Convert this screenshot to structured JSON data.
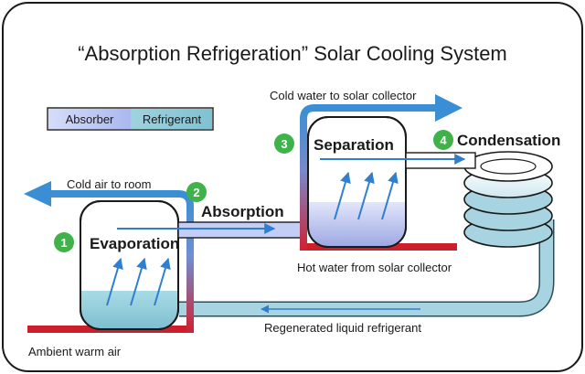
{
  "title": "“Absorption Refrigeration” Solar Cooling System",
  "legend": {
    "absorber_label": "Absorber",
    "refrigerant_label": "Refrigerant"
  },
  "flows": {
    "cold_water": "Cold water to solar collector",
    "cold_air": "Cold air to room",
    "hot_water": "Hot water from solar collector",
    "regenerated": "Regenerated liquid refrigerant",
    "ambient": "Ambient warm air"
  },
  "stages": [
    {
      "number": "1",
      "name": "Evaporation"
    },
    {
      "number": "2",
      "name": "Absorption"
    },
    {
      "number": "3",
      "name": "Separation"
    },
    {
      "number": "4",
      "name": "Condensation"
    }
  ],
  "colors": {
    "pipe_blue": "#3a8fd4",
    "pipe_red": "#cc1f2b",
    "fluid_light": "#a7d4e0",
    "badge_green": "#3fb24a",
    "arrow_blue": "#2f7fd1",
    "absorber_fill": "#b9c6f2",
    "refrigerant_fill": "#8cc9d6"
  }
}
